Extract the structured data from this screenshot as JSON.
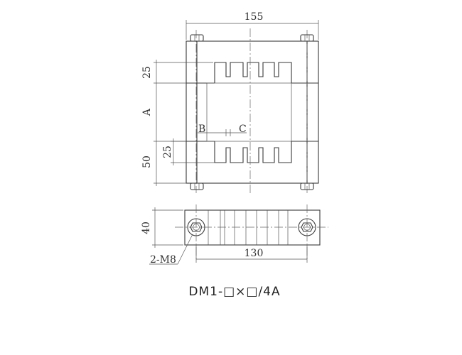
{
  "top_view": {
    "dim_total_width": "155",
    "dim_top_tab_height": "25",
    "dim_window_height": "A",
    "dim_bottom_height": "50",
    "dim_lower_tab_height": "25",
    "label_b": "B",
    "label_c": "C"
  },
  "side_view": {
    "dim_height": "40",
    "dim_hole_spacing": "130",
    "bolt_callout": "2-M8"
  },
  "model_code": "DM1-□×□/4A"
}
